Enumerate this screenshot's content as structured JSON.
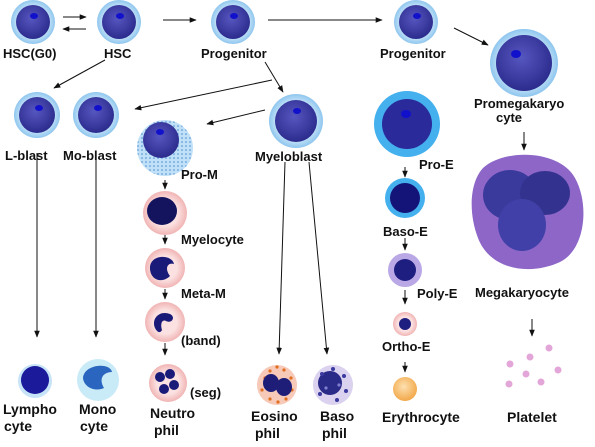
{
  "labels": {
    "hsc_g0": "HSC(G0)",
    "hsc": "HSC",
    "progenitor_lymphoid": "Progenitor",
    "progenitor_erythroid": "Progenitor",
    "promegakaryocyte_1": "Promegakaryo",
    "promegakaryocyte_2": "cyte",
    "l_blast": "L-blast",
    "mo_blast": "Mo-blast",
    "pro_m": "Pro-M",
    "myeloblast": "Myeloblast",
    "pro_e": "Pro-E",
    "myelocyte": "Myelocyte",
    "baso_e": "Baso-E",
    "meta_m": "Meta-M",
    "band": "(band)",
    "poly_e": "Poly-E",
    "megakaryocyte": "Megakaryocyte",
    "ortho_e": "Ortho-E",
    "seg": "(seg)",
    "lymphocyte_1": "Lympho",
    "lymphocyte_2": "cyte",
    "monocyte_1": "Mono",
    "monocyte_2": "cyte",
    "neutrophil_1": "Neutro",
    "neutrophil_2": "phil",
    "eosinophil_1": "Eosino",
    "eosinophil_2": "phil",
    "basophil_1": "Baso",
    "basophil_2": "phil",
    "erythrocyte": "Erythrocyte",
    "platelet": "Platelet"
  },
  "colors": {
    "stem_ring": "#a9d3f2",
    "stem_body": "#3a3aa4",
    "nucleus": "#1010c8",
    "pro_e_ring": "#44b0ee",
    "myeloid_ring": "#f7c9c9",
    "myeloid_nucleus": "#14145e",
    "megakaryocyte_body": "#8d66c8",
    "megakaryocyte_nucleus": "#3a3a9c",
    "platelet": "#e3a6d8",
    "erythrocyte": "#f6b960",
    "poly_e_ring": "#b9a7e6",
    "monocyte_body": "#c9eaf7"
  }
}
